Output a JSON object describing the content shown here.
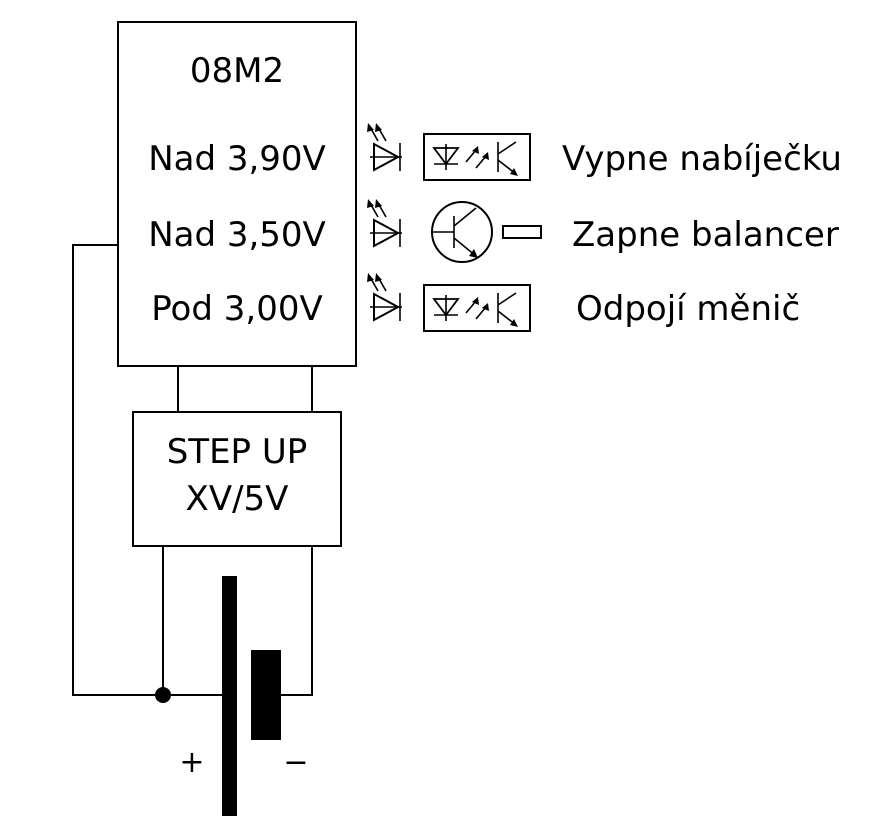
{
  "mcu": {
    "name": "08M2",
    "lines": [
      "Nad 3,90V",
      "Nad 3,50V",
      "Pod 3,00V"
    ]
  },
  "step_up": {
    "line1": "STEP UP",
    "line2": "XV/5V"
  },
  "outputs": [
    {
      "label": "Vypne nabíječku",
      "device": "optocoupler-icon"
    },
    {
      "label": "Zapne balancer",
      "device": "transistor-icon"
    },
    {
      "label": "Odpojí měnič",
      "device": "optocoupler-icon"
    }
  ],
  "battery": {
    "plus": "+",
    "minus": "−"
  }
}
